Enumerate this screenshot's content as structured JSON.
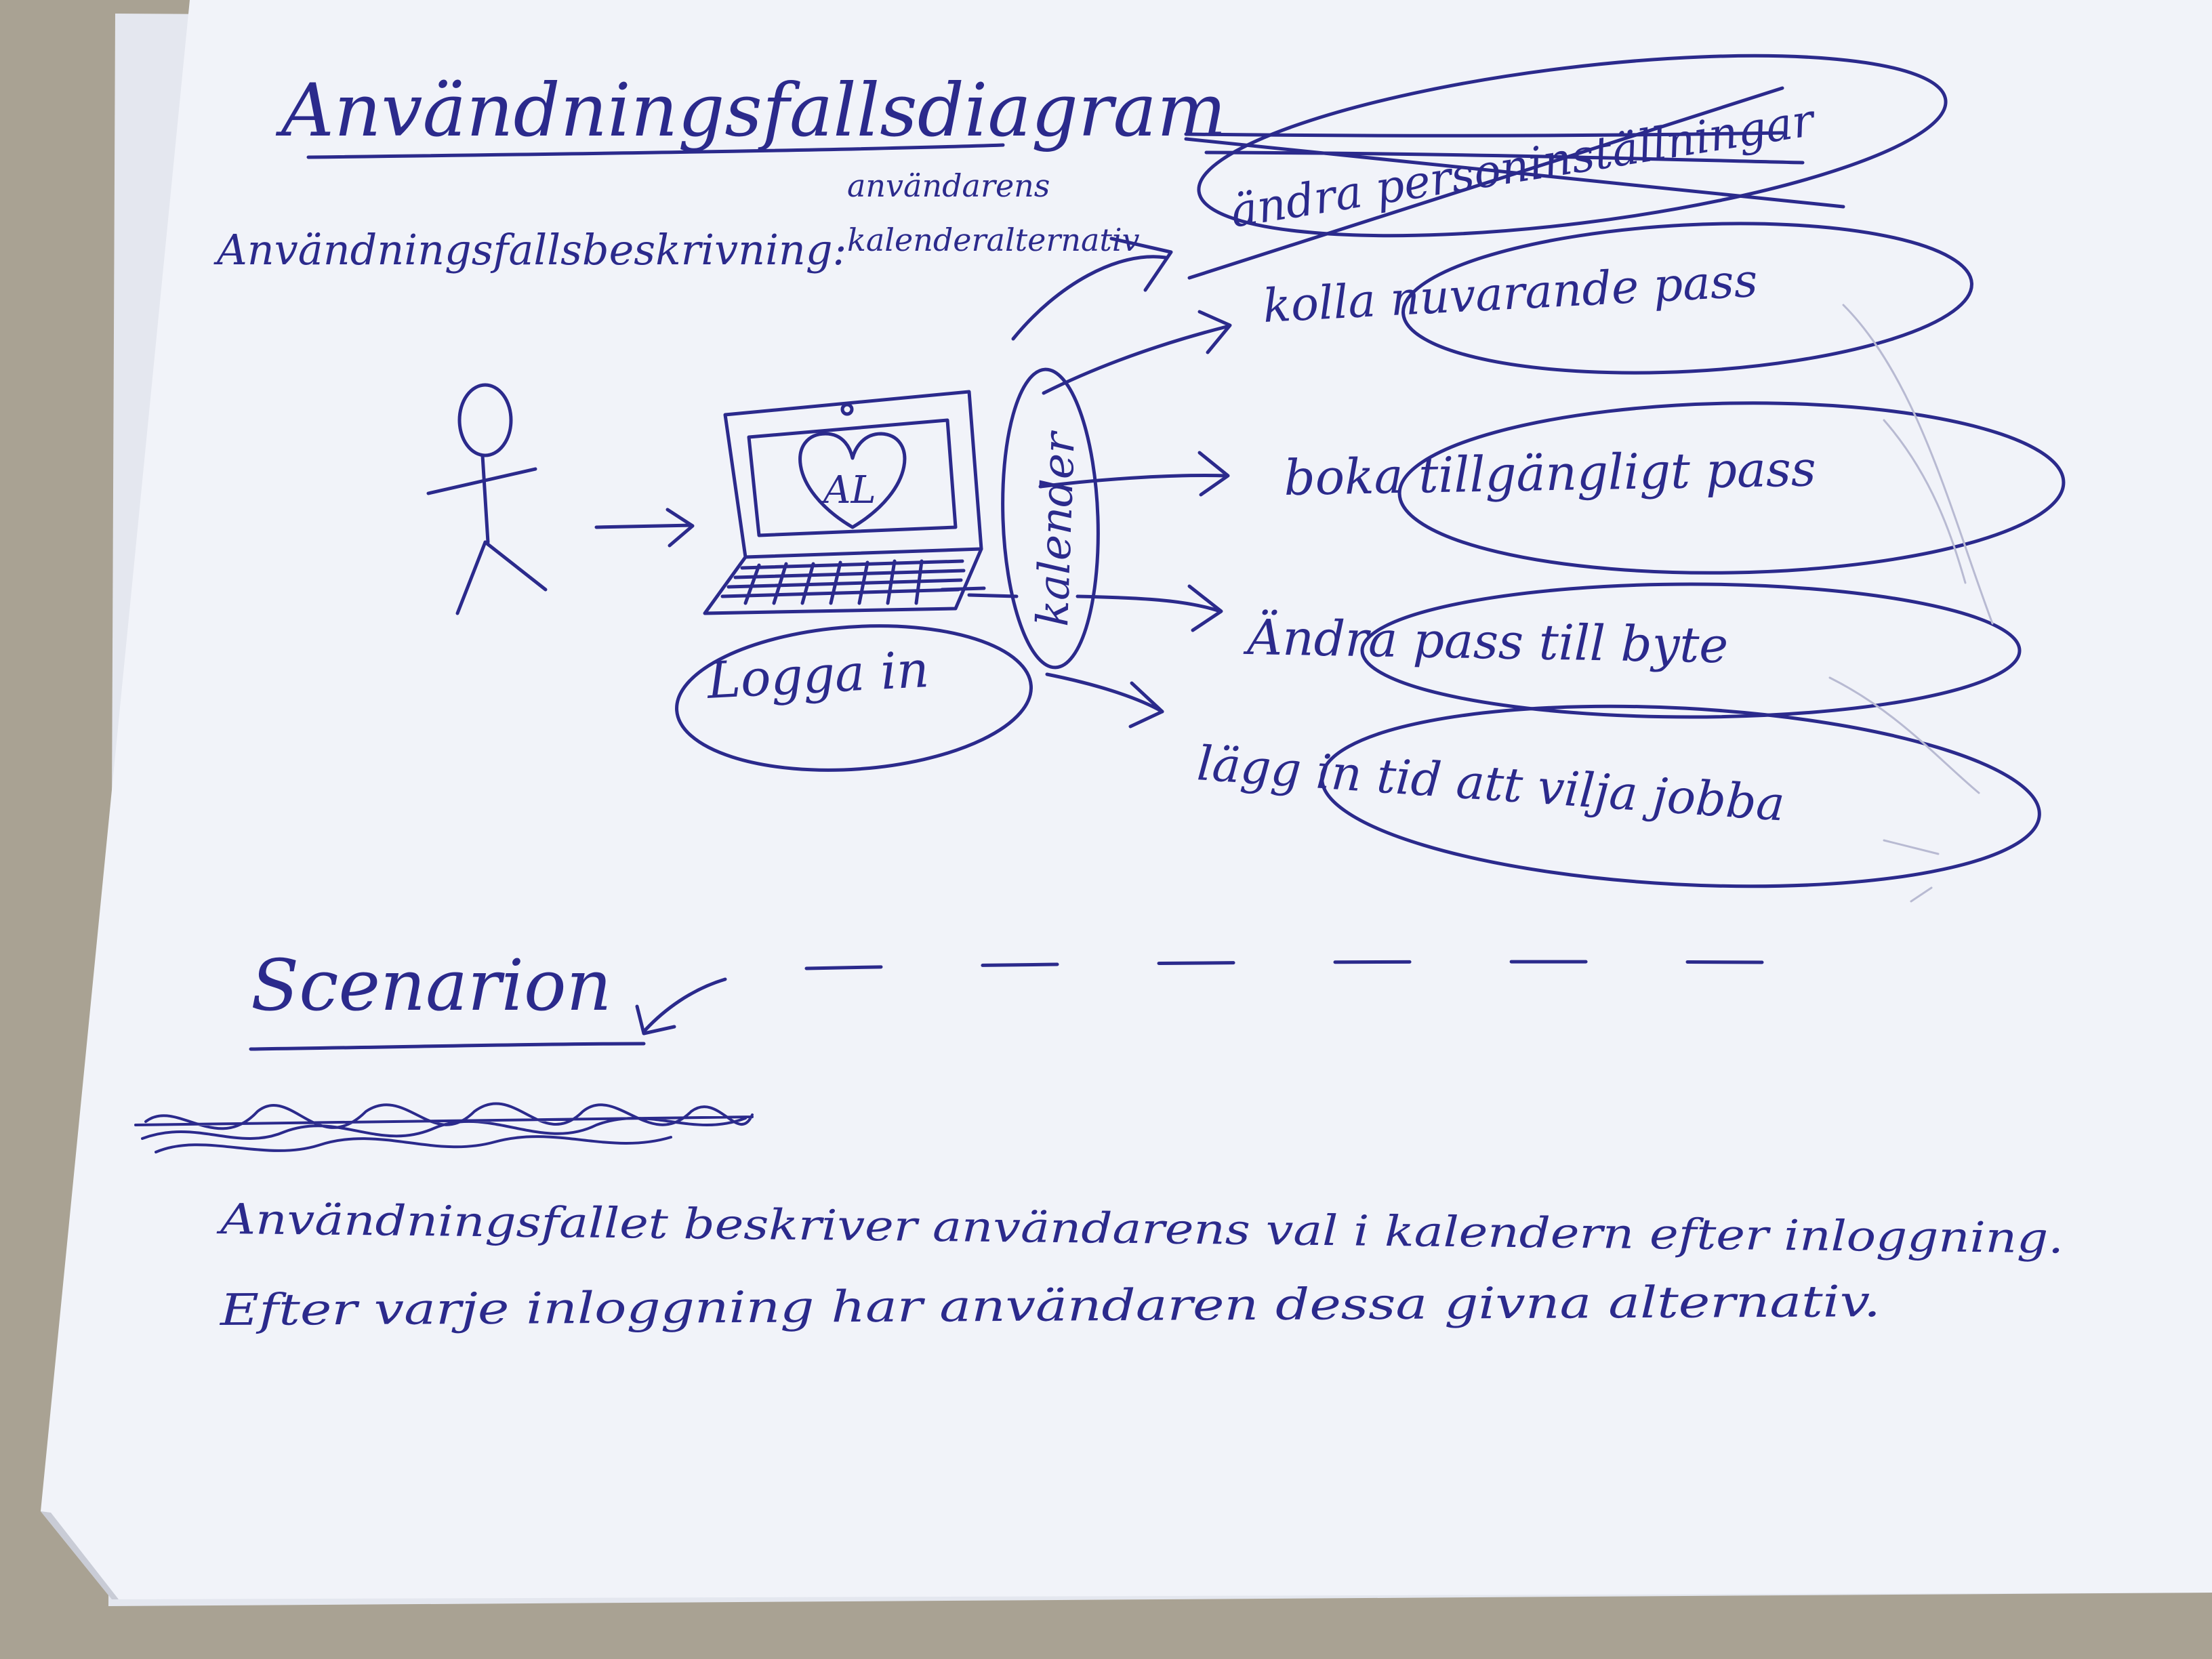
{
  "diagram": {
    "title": "Användningsfallsdiagram",
    "description_label": "Användningsfallsbeskrivning:",
    "description_value_line1": "användarens",
    "description_value_line2": "kalenderalternativ",
    "system_label": "kalender",
    "laptop_logo_text": "AL",
    "login_use_case": "Logga in",
    "use_cases": [
      {
        "label": "ändra personinställningar",
        "crossed_out": true
      },
      {
        "label": "kolla nuvarande pass",
        "crossed_out": false
      },
      {
        "label": "boka tillgängligt pass",
        "crossed_out": false
      },
      {
        "label": "Ändra pass till byte",
        "crossed_out": false
      },
      {
        "label": "lägg in tid att vilja jobba",
        "crossed_out": false
      }
    ]
  },
  "scenario": {
    "heading": "Scenarion",
    "line1": "Användningsfallet beskriver användarens val i kalendern efter inloggning.",
    "line2": "Efter varje inloggning har användaren dessa givna alternativ."
  },
  "colors": {
    "ink": "#2b2a8c",
    "paper": "#f3f5fb",
    "background": "#a9a293"
  }
}
